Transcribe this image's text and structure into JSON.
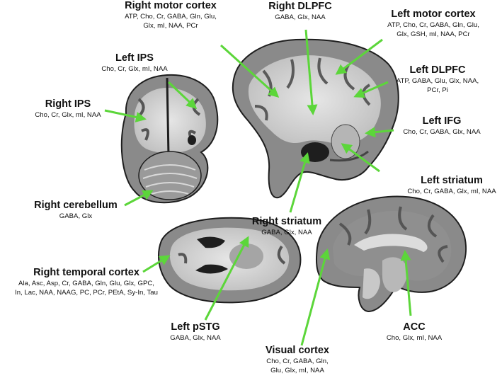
{
  "regions": [
    {
      "id": "right-motor-cortex",
      "title": "Right motor cortex",
      "lines": [
        "ATP, Cho, Cr, GABA, Gln, Glu,",
        "Glx, mI, NAA, PCr"
      ]
    },
    {
      "id": "right-dlpfc",
      "title": "Right DLPFC",
      "lines": [
        "GABA, Glx, NAA"
      ]
    },
    {
      "id": "left-motor-cortex",
      "title": "Left motor cortex",
      "lines": [
        "ATP, Cho, Cr, GABA, Gln, Glu,",
        "Glx, GSH, mI, NAA, PCr"
      ]
    },
    {
      "id": "left-ips",
      "title": "Left IPS",
      "lines": [
        "Cho, Cr, Glx, mI, NAA"
      ]
    },
    {
      "id": "left-dlpfc",
      "title": "Left DLPFC",
      "lines": [
        "ATP, GABA, Glu, Glx, NAA,",
        "PCr, Pi"
      ]
    },
    {
      "id": "right-ips",
      "title": "Right IPS",
      "lines": [
        "Cho, Cr, Glx, mI, NAA"
      ]
    },
    {
      "id": "left-ifg",
      "title": "Left IFG",
      "lines": [
        "Cho, Cr, GABA, Glx, NAA"
      ]
    },
    {
      "id": "left-striatum",
      "title": "Left striatum",
      "lines": [
        "Cho, Cr, GABA, Glx, mI, NAA"
      ]
    },
    {
      "id": "right-cerebellum",
      "title": "Right cerebellum",
      "lines": [
        "GABA, Glx"
      ]
    },
    {
      "id": "right-striatum",
      "title": "Right striatum",
      "lines": [
        "GABA, Glx, NAA"
      ]
    },
    {
      "id": "right-temporal-cortex",
      "title": "Right temporal cortex",
      "lines": [
        "Ala, Asc, Asp, Cr, GABA, Gln, Glu, Glx, GPC,",
        "In, Lac, NAA, NAAG, PC, PCr, PEtA, Sy-In, Tau"
      ]
    },
    {
      "id": "left-pstg",
      "title": "Left pSTG",
      "lines": [
        "GABA, Glx, NAA"
      ]
    },
    {
      "id": "acc",
      "title": "ACC",
      "lines": [
        "Cho, Glx, mI, NAA"
      ]
    },
    {
      "id": "visual-cortex",
      "title": "Visual cortex",
      "lines": [
        "Cho, Cr, GABA, Gln,",
        "Glu, Glx, mI, NAA"
      ]
    }
  ],
  "colors": {
    "arrow": "#5cd63a",
    "brain_gray": "#7a7a7a",
    "white_matter": "#d2d2d2",
    "dark": "#1e1e1e"
  }
}
